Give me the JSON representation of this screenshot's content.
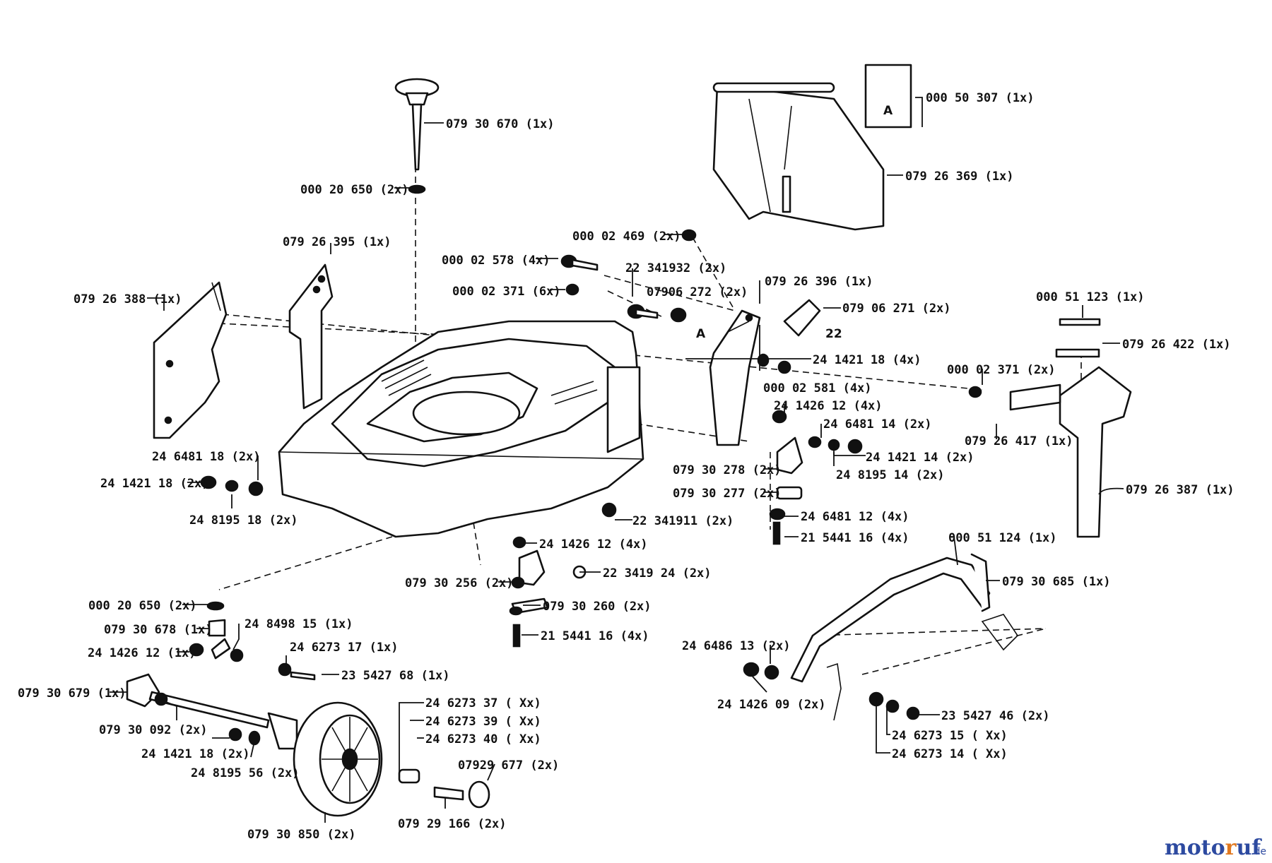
{
  "parts": [
    {
      "id": "p01",
      "label": "079 30 670  (1x)"
    },
    {
      "id": "p02",
      "label": "000 20 650 (2x)"
    },
    {
      "id": "p03",
      "label": "079 26 395 (1x)"
    },
    {
      "id": "p04",
      "label": "079 26 388  (1x)"
    },
    {
      "id": "p05",
      "label": "000 02 578  (4x)"
    },
    {
      "id": "p06",
      "label": "000 02 371  (6x)"
    },
    {
      "id": "p07",
      "label": "000 02 469  (2x)"
    },
    {
      "id": "p08",
      "label": "22 341932  (2x)"
    },
    {
      "id": "p09",
      "label": "07906 272 (2x)"
    },
    {
      "id": "p10",
      "label": "079 26 396  (1x)"
    },
    {
      "id": "p11",
      "label": "079 06 271  (2x)"
    },
    {
      "id": "p12",
      "label": "000 50 307  (1x)"
    },
    {
      "id": "p13",
      "label": "079 26 369  (1x)"
    },
    {
      "id": "p14",
      "label": "000 51 123  (1x)"
    },
    {
      "id": "p15",
      "label": "079 26 422  (1x)"
    },
    {
      "id": "p16",
      "label": "24 1421 18  (4x)"
    },
    {
      "id": "p17",
      "label": "000 02 581  (4x)"
    },
    {
      "id": "p18",
      "label": "000 02 371  (2x)"
    },
    {
      "id": "p19",
      "label": "24 1426 12  (4x)"
    },
    {
      "id": "p20",
      "label": "24 6481 14  (2x)"
    },
    {
      "id": "p21",
      "label": "079 26 417  (1x)"
    },
    {
      "id": "p22",
      "label": "24 1421 14  (2x)"
    },
    {
      "id": "p23",
      "label": "24 8195 14  (2x)"
    },
    {
      "id": "p24",
      "label": "079 30 278  (2x)"
    },
    {
      "id": "p25",
      "label": "079 30 277  (2x)"
    },
    {
      "id": "p26",
      "label": "079 26 387  (1x)"
    },
    {
      "id": "p27",
      "label": "24 6481 18  (2x)"
    },
    {
      "id": "p28",
      "label": "24 1421 18  (2x)"
    },
    {
      "id": "p29",
      "label": "24 8195  18  (2x)"
    },
    {
      "id": "p30",
      "label": "22 341911  (2x)"
    },
    {
      "id": "p31",
      "label": "24 6481 12  (4x)"
    },
    {
      "id": "p32",
      "label": "21 5441 16  (4x)"
    },
    {
      "id": "p33",
      "label": "24 1426 12  (4x)"
    },
    {
      "id": "p34",
      "label": "079 30 256  (2x)"
    },
    {
      "id": "p35",
      "label": "22 3419 24  (2x)"
    },
    {
      "id": "p36",
      "label": "079 30 260  (2x)"
    },
    {
      "id": "p37",
      "label": "21 5441 16  (4x)"
    },
    {
      "id": "p38",
      "label": "000 51 124  (1x)"
    },
    {
      "id": "p39",
      "label": "079 30 685  (1x)"
    },
    {
      "id": "p40",
      "label": "000 20 650  (2x)"
    },
    {
      "id": "p41",
      "label": "079 30 678  (1x)"
    },
    {
      "id": "p42",
      "label": "24 8498 15  (1x)"
    },
    {
      "id": "p43",
      "label": "24 1426 12  (1x)"
    },
    {
      "id": "p44",
      "label": "24 6273 17  (1x)"
    },
    {
      "id": "p45",
      "label": "23 5427 68  (1x)"
    },
    {
      "id": "p46",
      "label": "079 30 679  (1x)"
    },
    {
      "id": "p47",
      "label": "079 30 092  (2x)"
    },
    {
      "id": "p48",
      "label": "24 1421 18  (2x)"
    },
    {
      "id": "p49",
      "label": "24 8195 56  (2x)"
    },
    {
      "id": "p50",
      "label": "24 6273 37  ( Xx)"
    },
    {
      "id": "p51",
      "label": "24 6273 39  ( Xx)"
    },
    {
      "id": "p52",
      "label": "24 6273 40  ( Xx)"
    },
    {
      "id": "p53",
      "label": "07929 677  (2x)"
    },
    {
      "id": "p54",
      "label": "079 29 166  (2x)"
    },
    {
      "id": "p55",
      "label": "079 30 850  (2x)"
    },
    {
      "id": "p56",
      "label": "24 6486 13  (2x)"
    },
    {
      "id": "p57",
      "label": "24 1426 09  (2x)"
    },
    {
      "id": "p58",
      "label": "23 5427 46  (2x)"
    },
    {
      "id": "p59",
      "label": "24 6273 15  ( Xx)"
    },
    {
      "id": "p60",
      "label": "24 6273 14  ( Xx)"
    }
  ],
  "markers": {
    "a1": "A",
    "a2": "A",
    "twenty_two": "22"
  },
  "watermark": {
    "name": "motoruf",
    "tld": ".de",
    "colors": {
      "main": "#2d4aa0",
      "accent": "#e07820"
    }
  }
}
